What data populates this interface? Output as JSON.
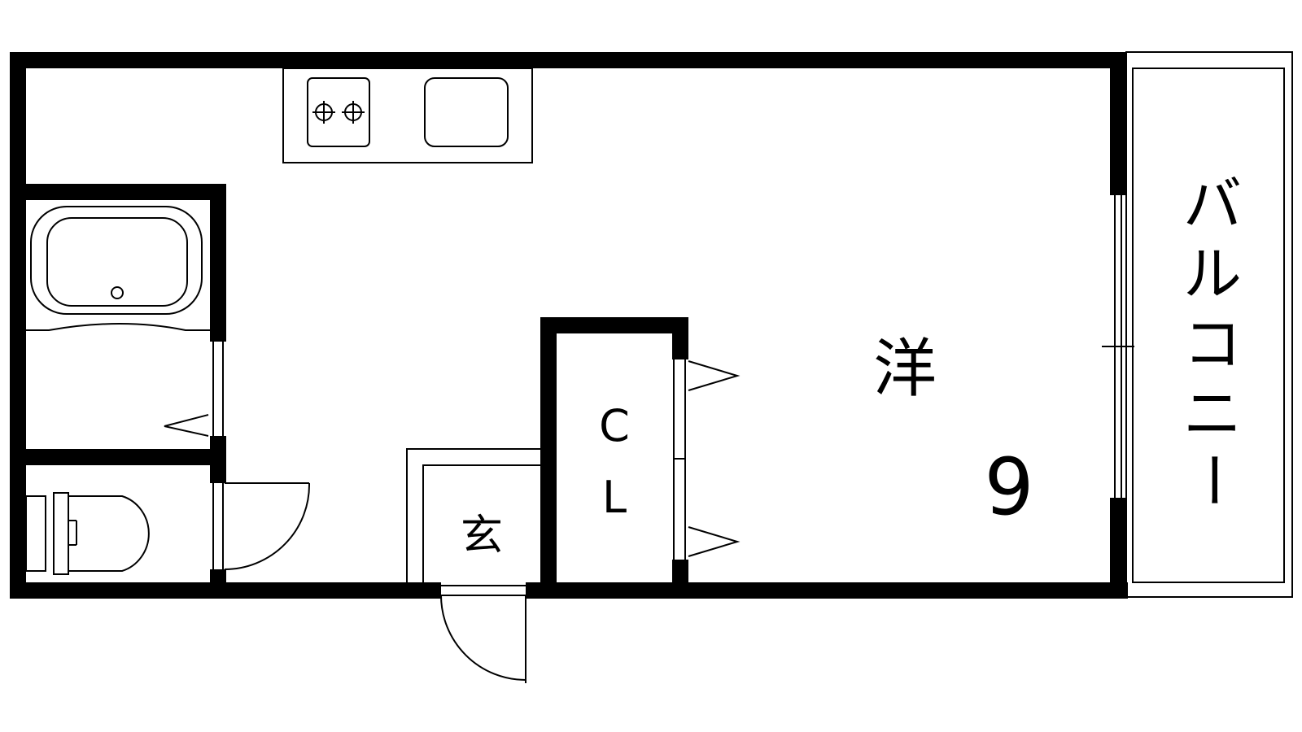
{
  "floorplan": {
    "room_label": "洋",
    "room_size": "9",
    "closet_line1": "C",
    "closet_line2": "L",
    "entrance_label": "玄",
    "balcony_chars": [
      "バ",
      "ル",
      "コ",
      "ニ",
      "ー"
    ]
  },
  "colors": {
    "wall": "#000000",
    "background": "#ffffff"
  },
  "icons": {
    "stove": "gas-burner-icon",
    "sink": "sink-icon",
    "bathtub": "bathtub-icon",
    "toilet": "toilet-icon"
  }
}
